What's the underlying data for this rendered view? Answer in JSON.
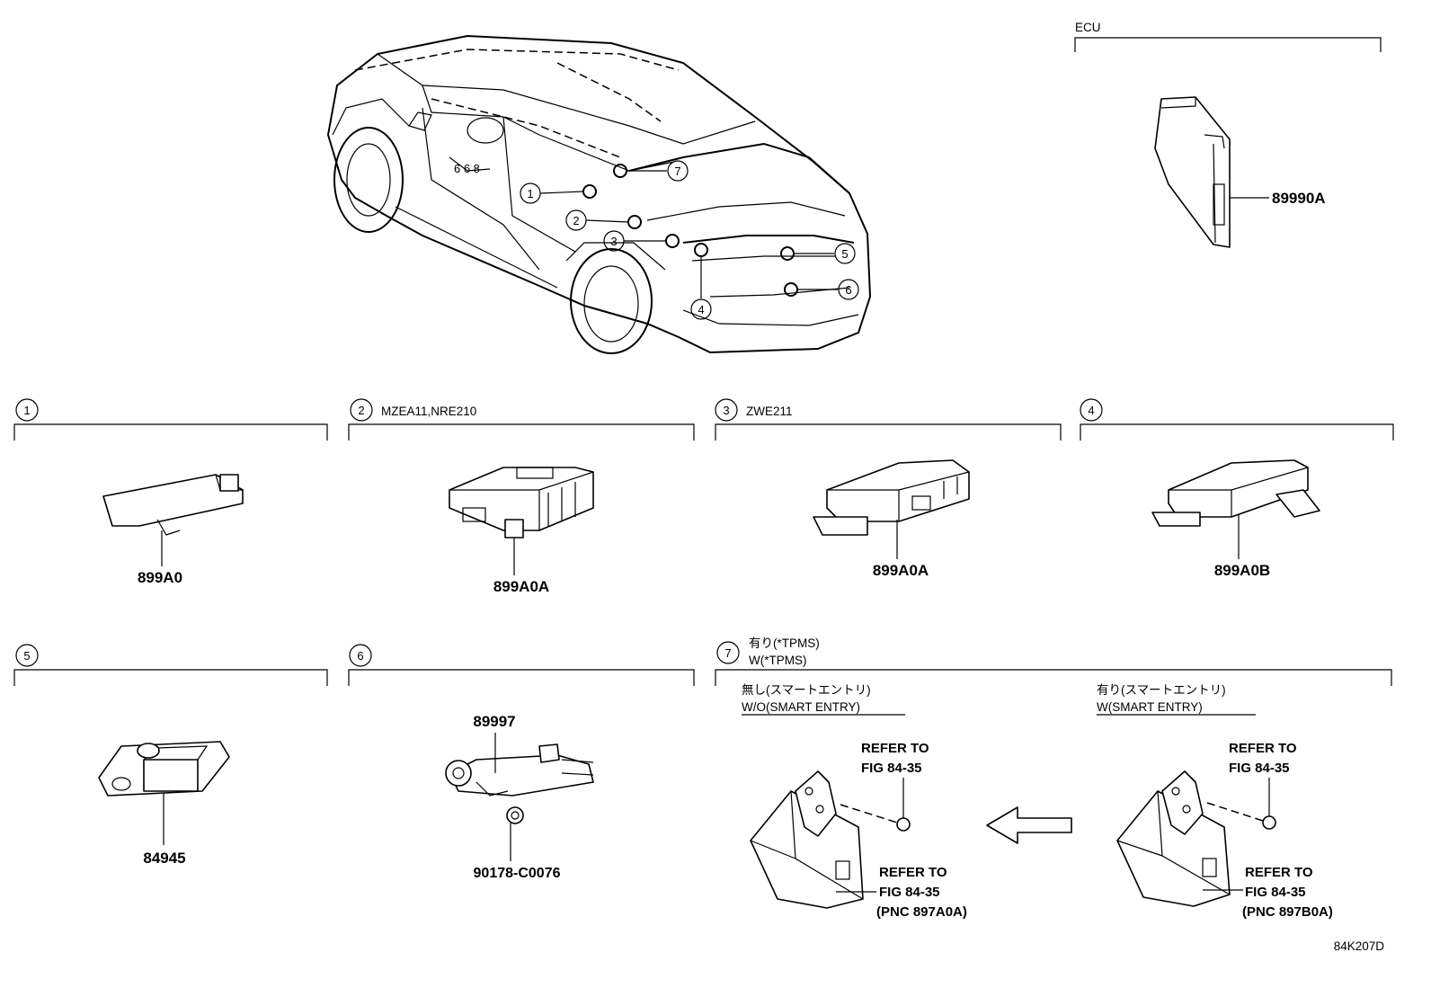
{
  "ecu_section": {
    "label": "ECU",
    "part_number": "89990A"
  },
  "overview_callouts": [
    "1",
    "2",
    "3",
    "4",
    "5",
    "6",
    "7"
  ],
  "panels": [
    {
      "number": "1",
      "note": "",
      "part_number": "899A0"
    },
    {
      "number": "2",
      "note": "MZEA11,NRE210",
      "part_number": "899A0A"
    },
    {
      "number": "3",
      "note": "ZWE211",
      "part_number": "899A0A"
    },
    {
      "number": "4",
      "note": "",
      "part_number": "899A0B"
    },
    {
      "number": "5",
      "note": "",
      "part_number": "84945"
    },
    {
      "number": "6",
      "note": "",
      "part_numbers": [
        "89997",
        "90178-C0076"
      ]
    },
    {
      "number": "7",
      "note_jp": "有り(*TPMS)",
      "note_en": "W(*TPMS)",
      "left": {
        "cond_jp": "無し(スマートエントリ)",
        "cond_en": "W/O(SMART ENTRY)",
        "refer_bolt_1": "REFER TO",
        "refer_bolt_2": "FIG 84-35",
        "refer_unit_1": "REFER TO",
        "refer_unit_2": "FIG 84-35",
        "refer_unit_3": "(PNC 897A0A)"
      },
      "right": {
        "cond_jp": "有り(スマートエントリ)",
        "cond_en": "W(SMART ENTRY)",
        "refer_bolt_1": "REFER TO",
        "refer_bolt_2": "FIG 84-35",
        "refer_unit_1": "REFER TO",
        "refer_unit_2": "FIG 84-35",
        "refer_unit_3": "(PNC 897B0A)"
      }
    }
  ],
  "figure_code": "84K207D"
}
